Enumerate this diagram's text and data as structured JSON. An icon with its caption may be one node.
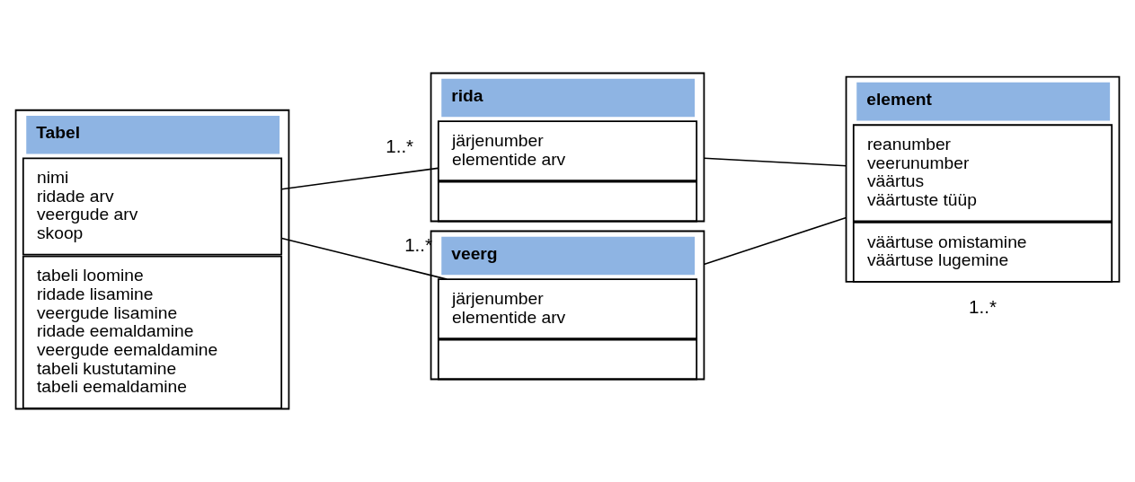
{
  "diagram": {
    "nodes": [
      {
        "text": [
          "Tabel"
        ]
      },
      {
        "text": [
          "nimi",
          "ridade arv",
          "veergude arv",
          "skoop"
        ],
        "in": 0
      },
      {
        "text": [
          "tabeli loomine",
          "ridade lisamine",
          "veergude lisamine",
          "ridade eemaldamine",
          "veergude eemaldamine",
          "tabeli kustutamine",
          "tabeli eemaldamine"
        ],
        "in": 0
      },
      {
        "text": [
          "rida"
        ]
      },
      {
        "text": [
          "järjenumber",
          "elementide arv"
        ],
        "in": 3
      },
      {
        "text": [],
        "shape": "box",
        "in": 3
      },
      {
        "text": [
          "veerg"
        ]
      },
      {
        "text": [
          "järjenumber",
          "elementide arv"
        ],
        "in": 6
      },
      {
        "text": [],
        "shape": "box",
        "in": 6
      },
      {
        "text": [
          "element"
        ]
      },
      {
        "text": [
          "reanumber",
          "veerunumber",
          "väärtus",
          "väärtuste tüüp"
        ],
        "in": 9
      },
      {
        "text": [
          "väärtuse omistamine",
          "väärtuse lugemine"
        ],
        "in": 9
      }
    ],
    "edges": [
      {
        "from": 0,
        "to": 3,
        "arrow": "none",
        "label": "1..*"
      },
      {
        "from": 0,
        "to": 6,
        "arrow": "none",
        "label": "1..*"
      },
      {
        "from": 3,
        "to": 9,
        "arrow": "none"
      },
      {
        "from": 6,
        "to": 9,
        "arrow": "none"
      }
    ],
    "labels": [
      "1..*"
    ]
  }
}
